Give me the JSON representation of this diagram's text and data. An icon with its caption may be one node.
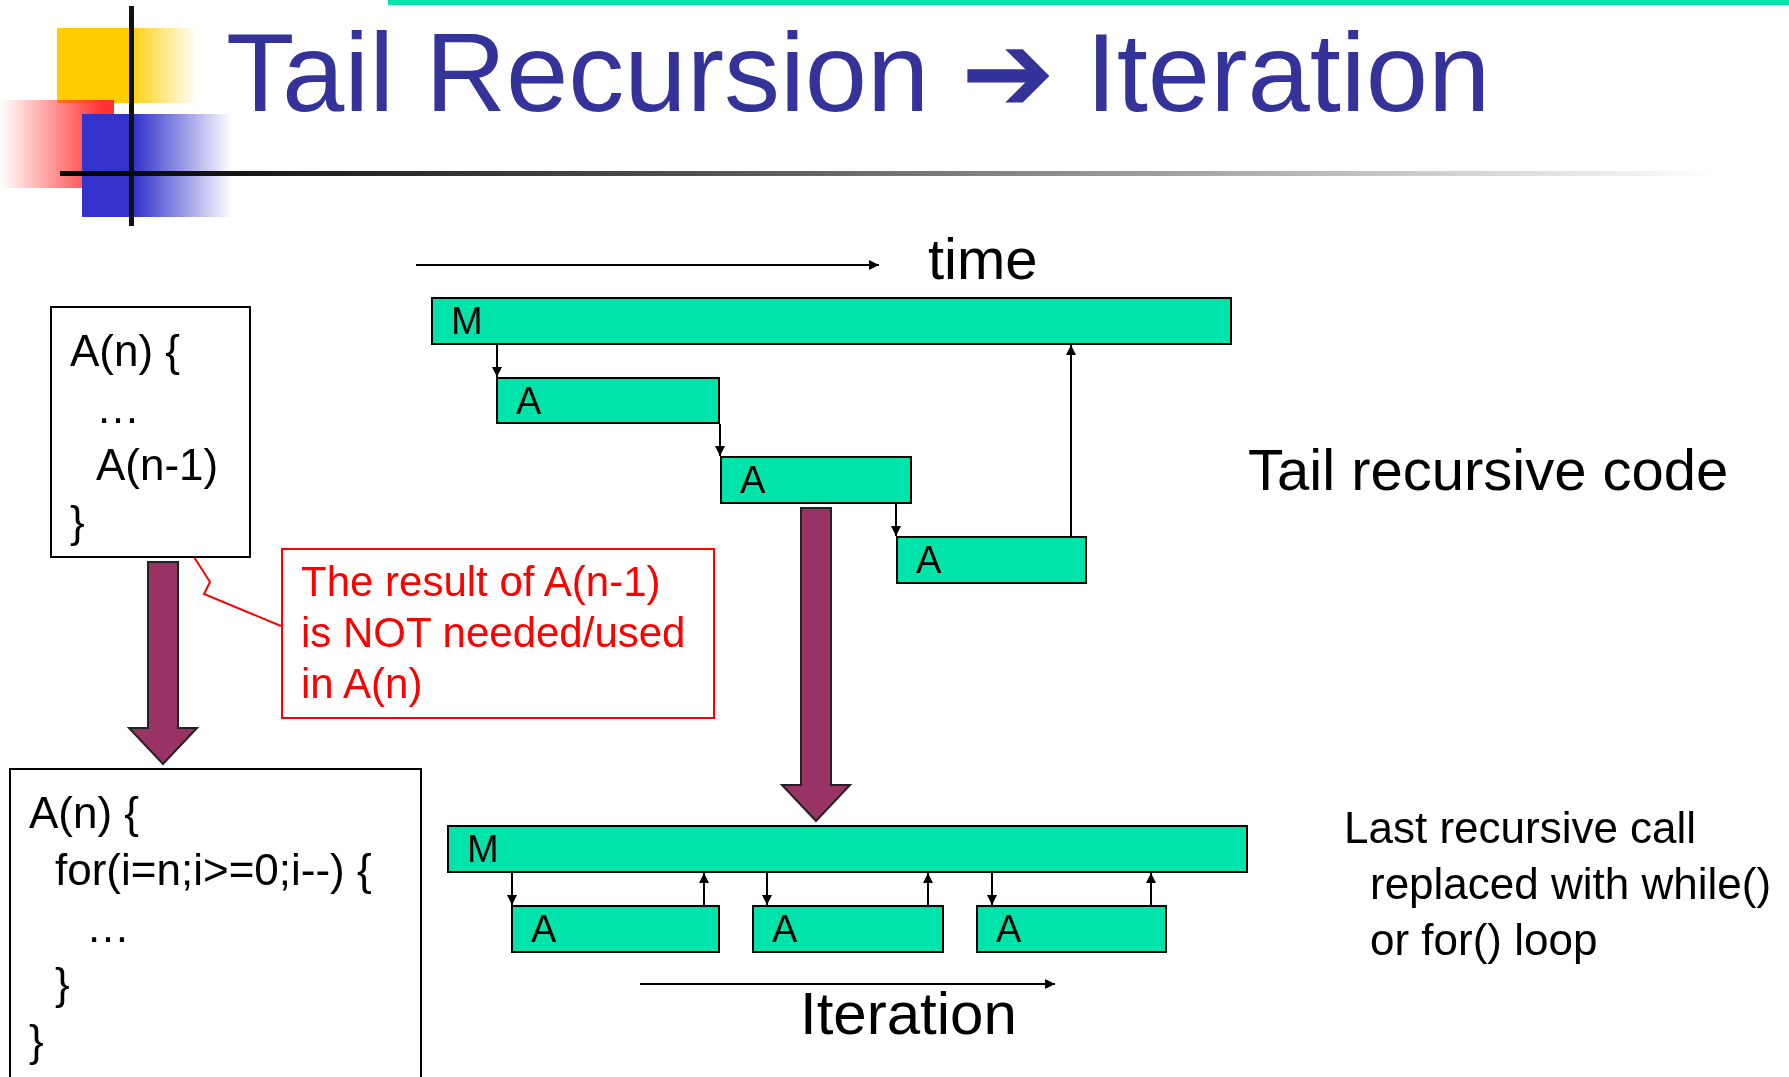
{
  "diagram": {
    "title": "Tail Recursion ➔ Iteration",
    "nodes": [
      {
        "text": [
          "A(n) {",
          "…",
          "A(n-1)",
          "}"
        ]
      },
      {
        "text": [
          "The result of A(n-1) is NOT needed/used in A(n)"
        ]
      },
      {
        "text": [
          "M"
        ]
      },
      {
        "text": [
          "A"
        ]
      },
      {
        "text": [
          "A"
        ]
      },
      {
        "text": [
          "A"
        ]
      },
      {
        "text": [
          "A(n) {",
          "for(i=n;i>=0;i--) {",
          "…",
          "}",
          "}"
        ]
      },
      {
        "text": [
          "M"
        ]
      },
      {
        "text": [
          "A"
        ]
      },
      {
        "text": [
          "A"
        ]
      },
      {
        "text": [
          "A"
        ]
      }
    ],
    "edges": [
      {
        "from": 2,
        "to": 3,
        "arrow": "to"
      },
      {
        "from": 3,
        "to": 4,
        "arrow": "to"
      },
      {
        "from": 4,
        "to": 5,
        "arrow": "to"
      },
      {
        "from": 5,
        "to": 2,
        "arrow": "to"
      },
      {
        "from": 1,
        "to": 0,
        "arrow": "none",
        "color": "#ff0000"
      },
      {
        "from": 0,
        "to": 6,
        "arrow": "to",
        "style": "thick",
        "color": "#993366"
      },
      {
        "from": 4,
        "to": 7,
        "arrow": "to",
        "style": "thick",
        "color": "#993366"
      },
      {
        "from": 7,
        "to": 8,
        "arrow": "to"
      },
      {
        "from": 8,
        "to": 7,
        "arrow": "to"
      },
      {
        "from": 7,
        "to": 9,
        "arrow": "to"
      },
      {
        "from": 9,
        "to": 7,
        "arrow": "to"
      },
      {
        "from": 7,
        "to": 10,
        "arrow": "to"
      },
      {
        "from": 10,
        "to": 7,
        "arrow": "to"
      }
    ],
    "labels": [
      "time",
      "Tail recursive code",
      "Last recursive call replaced with while() or for() loop",
      "Iteration"
    ]
  }
}
